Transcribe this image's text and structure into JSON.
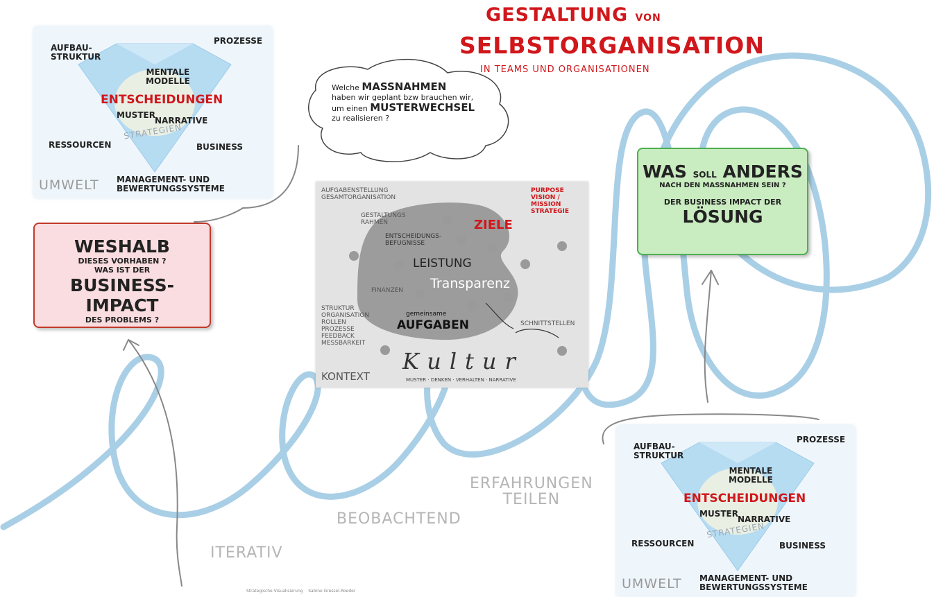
{
  "title": {
    "line1": "GESTALTUNG",
    "line1_small": "VON",
    "line2": "SELBSTORGANISATION",
    "line3": "IN TEAMS UND ORGANISATIONEN"
  },
  "diamond_panel": {
    "aufbau": "AUFBAU-",
    "struktur": "STRUKTUR",
    "prozesse": "PROZESSE",
    "mentale": "MENTALE",
    "modelle": "MODELLE",
    "entscheidungen": "ENTSCHEIDUNGEN",
    "muster": "MUSTER",
    "narrative": "NARRATIVE",
    "strategien": "STRATEGIEN",
    "ressourcen": "RESSOURCEN",
    "business": "BUSINESS",
    "umwelt": "UMWELT",
    "management": "MANAGEMENT- UND",
    "bewertung": "BEWERTUNGSSYSTEME"
  },
  "thought_bubble": {
    "line1_a": "Welche",
    "line1_b": "MASSNAHMEN",
    "line2": "haben wir geplant bzw brauchen wir,",
    "line3_a": "um einen",
    "line3_b": "MUSTERWECHSEL",
    "line4": "zu realisieren ?"
  },
  "red_box": {
    "weshalb": "WESHALB",
    "l2": "DIESES VORHABEN ?",
    "l3": "WAS IST DER",
    "impact": "BUSINESS-IMPACT",
    "l5": "DES PROBLEMS ?"
  },
  "green_box": {
    "was": "WAS",
    "soll": "SOLL",
    "anders": "ANDERS",
    "l2": "NACH DEN MASSNAHMEN SEIN ?",
    "l3": "DER BUSINESS IMPACT DER",
    "loesung": "LÖSUNG"
  },
  "kontext_panel": {
    "aufgabenstellung": "AUFGABENSTELLUNG",
    "gesamtorganisation": "GESAMTORGANISATION",
    "purpose": "PURPOSE",
    "vision": "VISION / MISSION",
    "strategie": "STRATEGIE",
    "gestaltung1": "GESTALTUNGS",
    "gestaltung2": "RAHMEN",
    "ziele": "ZIELE",
    "entsch1": "ENTSCHEIDUNGS-",
    "entsch2": "BEFUGNISSE",
    "leistung": "LEISTUNG",
    "finanzen": "FINANZEN",
    "transparenz": "Transparenz",
    "struktur": "STRUKTUR",
    "organisation": "ORGANISATION",
    "rollen": "ROLLEN",
    "prozesse": "PROZESSE",
    "feedback": "FEEDBACK",
    "messbarkeit": "MESSBARKEIT",
    "gemeinsame": "gemeinsame",
    "aufgaben": "AUFGABEN",
    "schnittstellen": "SCHNITTSTELLEN",
    "kultur": "Kultur",
    "kontext": "KONTEXT",
    "footer": "MUSTER · DENKEN · VERHALTEN · NARRATIVE"
  },
  "path_words": {
    "erfahrungen": "ERFAHRUNGEN",
    "teilen": "TEILEN",
    "beobachtend": "BEOBACHTEND",
    "iterativ": "ITERATIV"
  },
  "credit": {
    "left": "Strategische Visualisierung",
    "right": "Sabine Gressel-Roeder"
  },
  "colors": {
    "accent_red": "#d0171b",
    "loop_blue": "#a9cfe6",
    "green_box": "#c9ecc0",
    "red_box": "#f9dde0"
  }
}
